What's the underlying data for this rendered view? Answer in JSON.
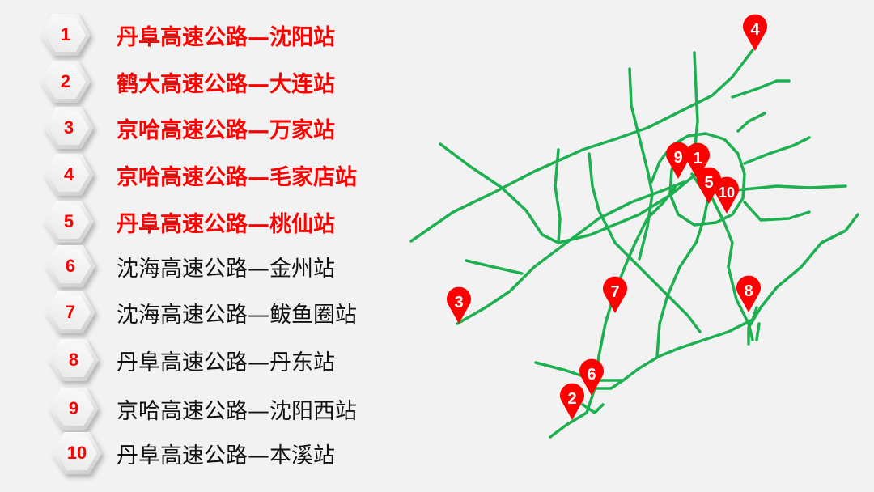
{
  "colors": {
    "highlight": "#ff0000",
    "road": "#1db050",
    "pin": "#ff0000",
    "text": "#111111"
  },
  "stations": [
    {
      "num": "1",
      "name": "丹阜高速公路—沈阳站",
      "highlight": true
    },
    {
      "num": "2",
      "name": "鹤大高速公路—大连站",
      "highlight": true
    },
    {
      "num": "3",
      "name": "京哈高速公路—万家站",
      "highlight": true
    },
    {
      "num": "4",
      "name": "京哈高速公路—毛家店站",
      "highlight": true
    },
    {
      "num": "5",
      "name": "丹阜高速公路—桃仙站",
      "highlight": true
    },
    {
      "num": "6",
      "name": "沈海高速公路—金州站",
      "highlight": false
    },
    {
      "num": "7",
      "name": "沈海高速公路—鲅鱼圈站",
      "highlight": false
    },
    {
      "num": "8",
      "name": "丹阜高速公路—丹东站",
      "highlight": false
    },
    {
      "num": "9",
      "name": "京哈高速公路—沈阳西站",
      "highlight": false
    },
    {
      "num": "10",
      "name": "丹阜高速公路—本溪站",
      "highlight": false
    }
  ],
  "map": {
    "pins": [
      "4",
      "9",
      "1",
      "5",
      "10",
      "3",
      "7",
      "8",
      "6",
      "2"
    ]
  }
}
